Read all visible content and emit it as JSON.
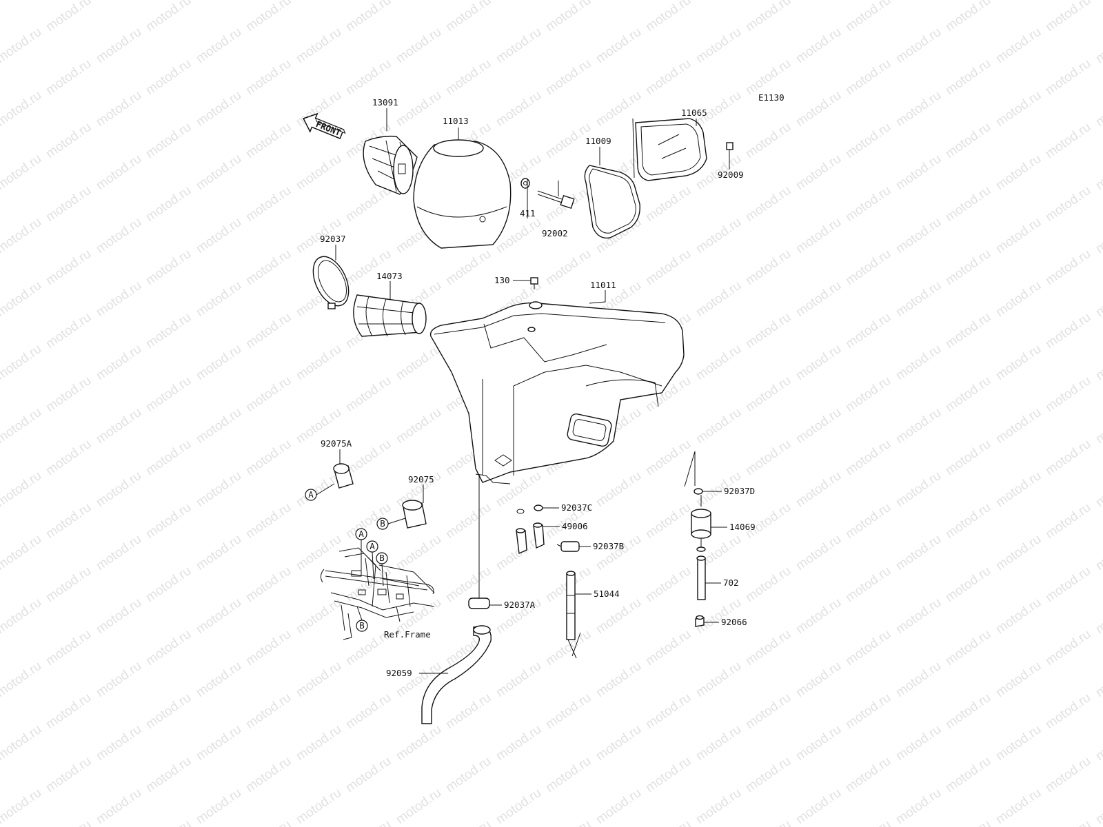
{
  "diagram_code": "E1130",
  "direction_label": "FRONT",
  "watermark_text": "motod.ru",
  "labels": {
    "p13091": "13091",
    "p11013": "11013",
    "p11065": "11065",
    "p11009": "11009",
    "p92009": "92009",
    "p411": "411",
    "p92002": "92002",
    "p92037": "92037",
    "p14073": "14073",
    "p130": "130",
    "p11011": "11011",
    "p92075A": "92075A",
    "p92075": "92075",
    "p92037D": "92037D",
    "p92037C": "92037C",
    "p49006": "49006",
    "p92037B": "92037B",
    "p14069": "14069",
    "p702": "702",
    "p51044": "51044",
    "p92037A": "92037A",
    "p92066": "92066",
    "p92059": "92059",
    "ref_frame": "Ref.Frame"
  },
  "callouts": {
    "a": "A",
    "b": "B"
  },
  "colors": {
    "line": "#111111",
    "watermark": "#c9c9c9",
    "background": "#ffffff"
  }
}
